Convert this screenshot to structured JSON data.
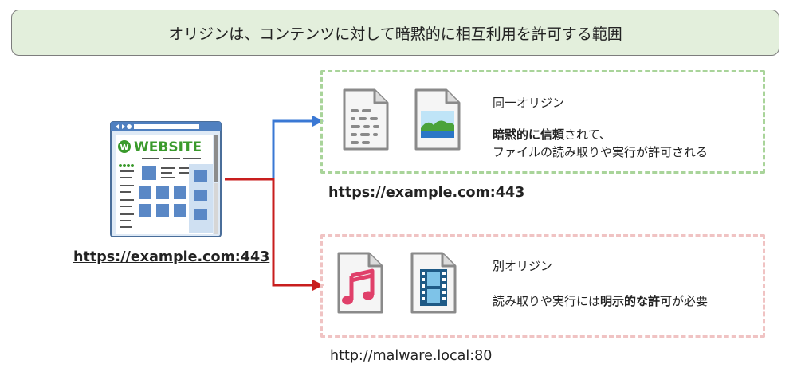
{
  "banner": {
    "text": "オリジンは、コンテンツに対して暗黙的に相互利用を許可する範囲"
  },
  "source": {
    "website_logo": "WEBSITE",
    "url": "https://example.com:443"
  },
  "same_origin": {
    "title": "同一オリジン",
    "desc_bold": "暗黙的に信頼",
    "desc_rest": "されて、",
    "desc_line2": "ファイルの読み取りや実行が許可される",
    "url": "https://example.com:443",
    "border_color": "#a9d49a",
    "arrow_color": "#3a78d4",
    "icons": [
      "text-file-icon",
      "image-file-icon"
    ]
  },
  "other_origin": {
    "title": "別オリジン",
    "desc_pre": "読み取りや実行には",
    "desc_bold": "明示的な許可",
    "desc_post": "が必要",
    "url": "http://malware.local:80",
    "border_color": "#f0c3c3",
    "arrow_color": "#c81e1e",
    "icons": [
      "music-file-icon",
      "video-file-icon"
    ]
  }
}
